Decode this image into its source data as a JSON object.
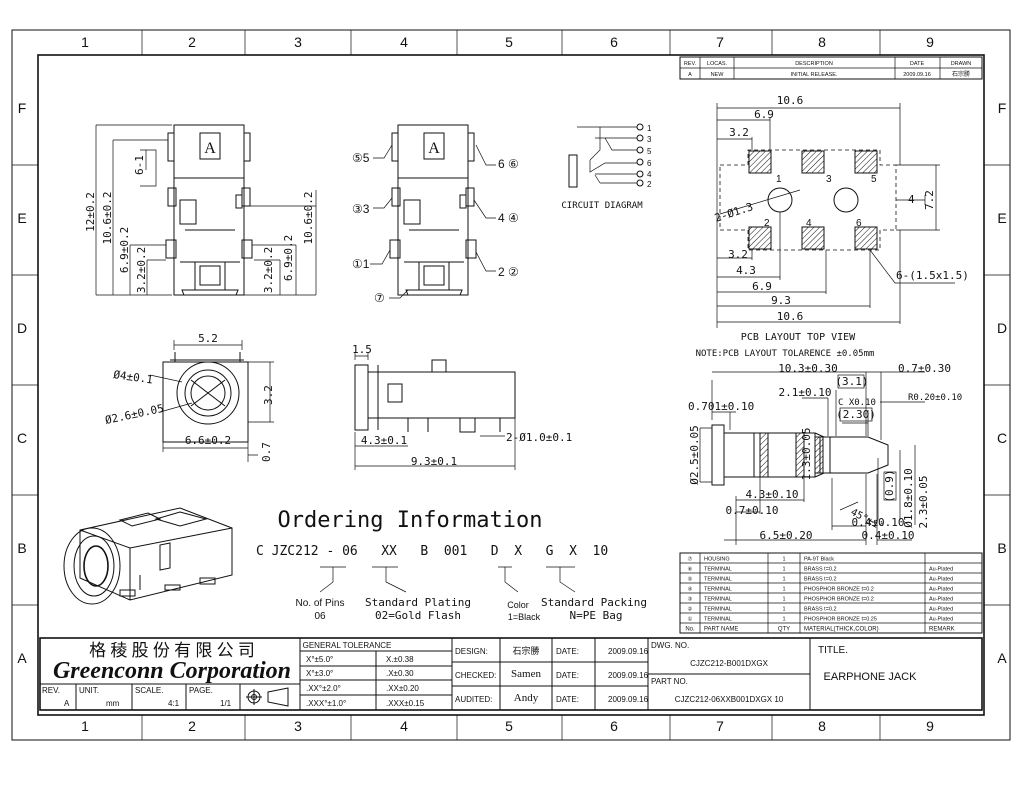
{
  "frame": {
    "columns": [
      "1",
      "2",
      "3",
      "4",
      "5",
      "6",
      "7",
      "8",
      "9"
    ],
    "rows": [
      "F",
      "E",
      "D",
      "C",
      "B",
      "A"
    ]
  },
  "revision": {
    "headers": [
      "REV.",
      "LOCAS.",
      "DESCRIPTION",
      "DATE",
      "DRAWN"
    ],
    "row": [
      "A",
      "NEW",
      "INITIAL RELEASE.",
      "2009.09.16",
      "石宗勝"
    ]
  },
  "front_view": {
    "dims": [
      "12±0.2",
      "10.6±0.2",
      "6.9±0.2",
      "3.2±0.2",
      "6-1",
      "3.2±0.2",
      "6.9±0.2",
      "10.6±0.2"
    ],
    "marker": "A"
  },
  "pin_view": {
    "marker": "A",
    "labels": [
      "⑤5",
      "③3",
      "①1",
      "⑦",
      "6 ⑥",
      "4 ④",
      "2 ②"
    ]
  },
  "circuit": {
    "pins": [
      "1",
      "3",
      "5",
      "6",
      "4",
      "2"
    ],
    "caption": "CIRCUIT DIAGRAM"
  },
  "pcb": {
    "dims_top": [
      "10.6",
      "6.9",
      "3.2"
    ],
    "dims_bottom": [
      "3.2",
      "4.3",
      "6.9",
      "9.3",
      "10.6"
    ],
    "dim_right": [
      "4",
      "7.2"
    ],
    "hole_label": "2-Ø1.3",
    "pad_label": "6-(1.5x1.5)",
    "pad_numbers": [
      "1",
      "3",
      "5",
      "2",
      "4",
      "6"
    ],
    "caption": "PCB LAYOUT TOP VIEW",
    "note": "NOTE:PCB LAYOUT TOLARENCE ±0.05mm"
  },
  "end_view": {
    "dims": [
      "5.2",
      "Ø4±0.1",
      "Ø2.6±0.05",
      "3.2",
      "6.6±0.2",
      "0.7"
    ]
  },
  "side_view": {
    "dims": [
      "1.5",
      "4.3±0.1",
      "2-Ø1.0±0.1",
      "9.3±0.1"
    ]
  },
  "plug": {
    "dims": [
      "10.3±0.30",
      "0.7±0.30",
      "(3.1)",
      "2.1±0.10",
      "C X0.10",
      "(2.30)",
      "R0.20±0.10",
      "0.701±0.10",
      "Ø2.5±0.05",
      "1.3±0.05",
      "(0.9)",
      "Ø1.8±0.10",
      "2.3±0.05",
      "45°±1°",
      "4.3±0.10",
      "0.7±0.10",
      "0.4±0.10",
      "6.5±0.20",
      "0.4±0.10"
    ]
  },
  "ordering": {
    "title": "Ordering Information",
    "code": "C JZC212 - 06   XX   B  001   D  X   G  X  10",
    "pins_label": "No. of Pins",
    "pins_value": "06",
    "plating_label": "Standard Plating",
    "plating_value": "02=Gold Flash",
    "color_label": "Color",
    "color_value": "1=Black",
    "packing_label": "Standard Packing",
    "packing_value": "N=PE Bag"
  },
  "bom": {
    "rows": [
      [
        "⑦",
        "HOUSING",
        "1",
        "PA-9T Black",
        ""
      ],
      [
        "⑥",
        "TERMINAL",
        "1",
        "BRASS  t=0.2",
        "Au-Plated"
      ],
      [
        "⑤",
        "TERMINAL",
        "1",
        "BRASS  t=0.2",
        "Au-Plated"
      ],
      [
        "④",
        "TERMINAL",
        "1",
        "PHOSPHOR BRONZE t=0.2",
        "Au-Plated"
      ],
      [
        "③",
        "TERMINAL",
        "1",
        "PHOSPHOR BRONZE t=0.2",
        "Au-Plated"
      ],
      [
        "②",
        "TERMINAL",
        "1",
        "BRASS  t=0.2",
        "Au-Plated"
      ],
      [
        "①",
        "TERMINAL",
        "1",
        "PHOSPHOR BRONZE  t=0.25",
        "Au-Plated"
      ]
    ],
    "header": [
      "No.",
      "PART NAME",
      "QTY",
      "MATERIAL(THICK,COLOR)",
      "REMARK"
    ]
  },
  "title_block": {
    "company_cn": "格 稜 股 份 有 限 公 司",
    "company_en": "Greenconn Corporation",
    "rev_label": "REV.",
    "rev_value": "A",
    "unit_label": "UNIT.",
    "unit_value": "mm",
    "scale_label": "SCALE.",
    "scale_value": "4:1",
    "page_label": "PAGE.",
    "page_value": "1/1",
    "tolerance_title": "GENERAL TOLERANCE",
    "tolerances": [
      [
        "X°±5.0°",
        "X.±0.38"
      ],
      [
        "X°±3.0°",
        ".X±0.30"
      ],
      [
        ".XX°±2.0°",
        ".XX±0.20"
      ],
      [
        ".XXX°±1.0°",
        ".XXX±0.15"
      ]
    ],
    "design_label": "DESIGN:",
    "design_value": "石宗勝",
    "checked_label": "CHECKED:",
    "checked_value": "Samen",
    "audited_label": "AUDITED:",
    "audited_value": "Andy",
    "date_label": "DATE:",
    "dates": [
      "2009.09.16",
      "2009.09.16",
      "2009.09.16"
    ],
    "dwg_label": "DWG. NO.",
    "dwg_value": "CJZC212-B001DXGX",
    "part_label": "PART NO.",
    "part_value": "CJZC212-06XXB001DXGX 10",
    "title_label": "TITLE.",
    "title_value": "EARPHONE JACK"
  }
}
